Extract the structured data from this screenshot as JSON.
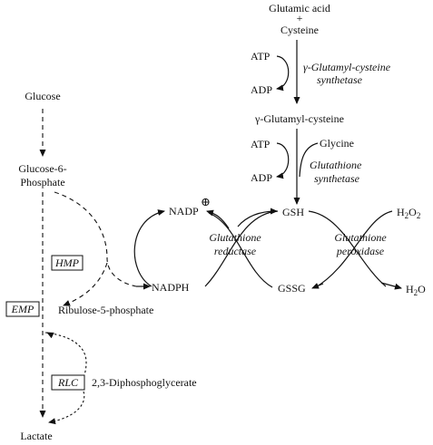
{
  "synthesis": {
    "glutamic_acid": "Glutamic acid",
    "plus": "+",
    "cysteine": "Cysteine",
    "atp_1": "ATP",
    "adp_1": "ADP",
    "enzyme_1_line1": "γ-Glutamyl-cysteine",
    "enzyme_1_line2": "synthetase",
    "gamma_glutamyl_cysteine": "γ-Glutamyl-cysteine",
    "atp_2": "ATP",
    "adp_2": "ADP",
    "glycine": "Glycine",
    "enzyme_2_line1": "Glutathione",
    "enzyme_2_line2": "synthetase"
  },
  "cycle": {
    "nadp": "NADP",
    "nadp_charge": "⊕",
    "nadph": "NADPH",
    "gsh": "GSH",
    "gssg": "GSSG",
    "reductase_line1": "Glutathione",
    "reductase_line2": "reductase",
    "peroxidase_line1": "Glutathione",
    "peroxidase_line2": "peroxidase",
    "h2o2_base": "H",
    "h2o2_sub1": "2",
    "h2o2_mid": "O",
    "h2o2_sub2": "2",
    "h2o_base": "H",
    "h2o_sub": "2",
    "h2o_end": "O"
  },
  "glycolysis": {
    "glucose": "Glucose",
    "glucose6p_line1": "Glucose-6-",
    "glucose6p_line2": "Phosphate",
    "hmp": "HMP",
    "emp": "EMP",
    "ribulose": "Ribulose-5-phosphate",
    "rlc": "RLC",
    "diphospho": "2,3-Diphosphoglycerate",
    "lactate": "Lactate"
  }
}
